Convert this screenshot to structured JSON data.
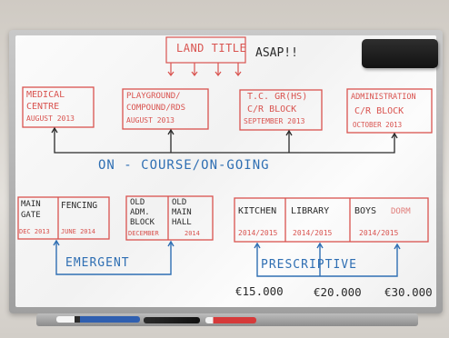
{
  "board": {
    "title": "LAND TITLE",
    "title_note": "ASAP!!",
    "top_items": [
      {
        "line1": "MEDICAL",
        "line2": "CENTRE",
        "date": "AUGUST 2013"
      },
      {
        "line1": "PLAYGROUND/",
        "line2": "COMPOUND/RDS",
        "date": "AUGUST 2013"
      },
      {
        "line1": "T.C. GR(HS)",
        "line2": "C/R BLOCK",
        "date": "SEPTEMBER 2013"
      },
      {
        "line1": "ADMINISTRATION",
        "line2": "C/R BLOCK",
        "date": "OCTOBER 2013"
      }
    ],
    "ongoing_label": "ON - COURSE/ON-GOING",
    "emergent_items": [
      {
        "line1": "MAIN",
        "line2": "GATE",
        "date": "DEC 2013"
      },
      {
        "line1": "FENCING",
        "date": "JUNE 2014"
      },
      {
        "line1": "OLD",
        "line2": "ADM.",
        "line3": "BLOCK",
        "date": "DECEMBER"
      },
      {
        "line1": "OLD",
        "line2": "MAIN",
        "line3": "HALL",
        "date": "2014"
      }
    ],
    "emergent_label": "EMERGENT",
    "prescriptive_items": [
      {
        "line1": "KITCHEN",
        "date": "2014/2015"
      },
      {
        "line1": "LIBRARY",
        "date": "2014/2015"
      },
      {
        "line1": "BOYS",
        "line1b": "DORM",
        "date": "2014/2015"
      }
    ],
    "prescriptive_label": "PRESCRIPTIVE",
    "costs": [
      "€15.000",
      "€20.000",
      "€30.000"
    ]
  },
  "colors": {
    "red": "#d9534f",
    "blue": "#2f6fb3",
    "black": "#2a2a2a"
  }
}
